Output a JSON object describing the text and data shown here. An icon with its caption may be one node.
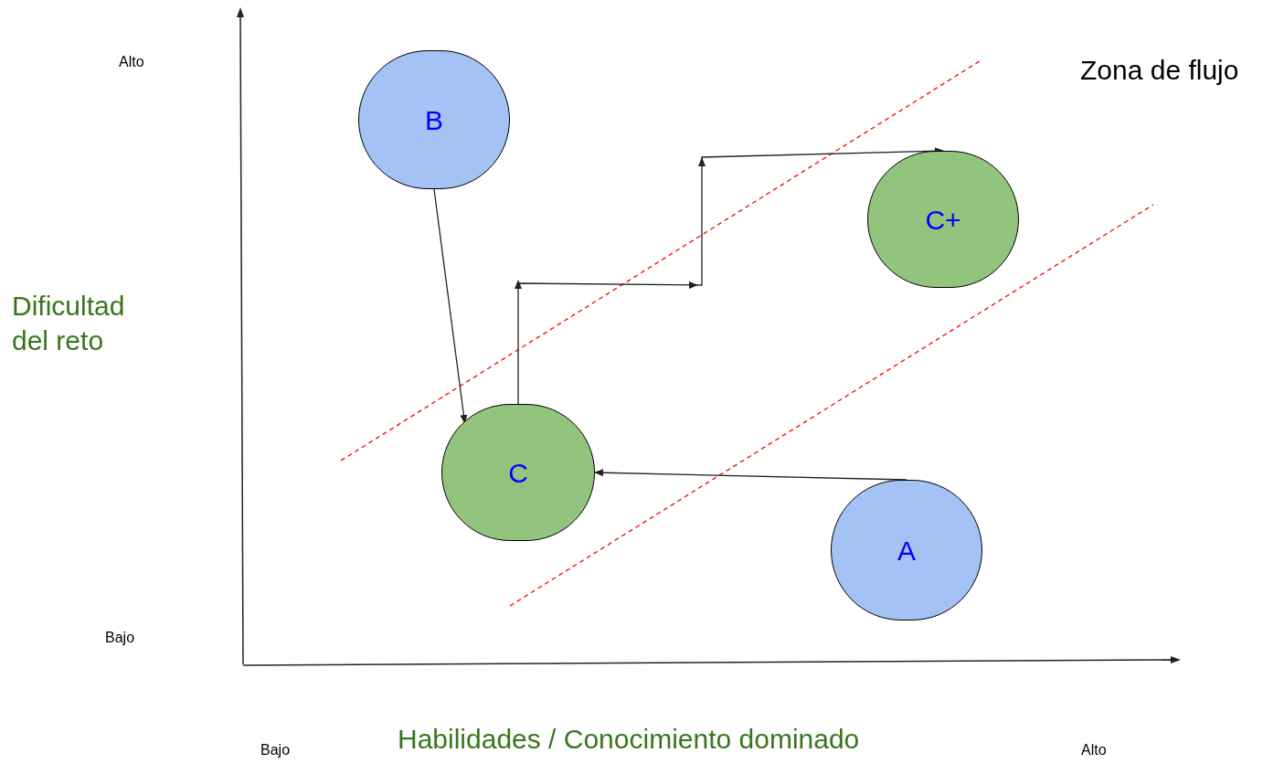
{
  "diagram": {
    "nodes": [
      {
        "text": [
          "B"
        ]
      },
      {
        "text": [
          "C+"
        ]
      },
      {
        "text": [
          "C"
        ]
      },
      {
        "text": [
          "A"
        ]
      }
    ],
    "edges": [
      {
        "from": 0,
        "to": 2,
        "arrow": "to"
      },
      {
        "from": 2,
        "to": 1,
        "arrow": "to"
      },
      {
        "from": 3,
        "to": 2,
        "arrow": "to"
      }
    ],
    "labels": [
      "Alto",
      "Zona de flujo",
      "Dificultad del reto",
      "Bajo",
      "Bajo",
      "Habilidades / Conocimiento dominado",
      "Alto"
    ]
  }
}
